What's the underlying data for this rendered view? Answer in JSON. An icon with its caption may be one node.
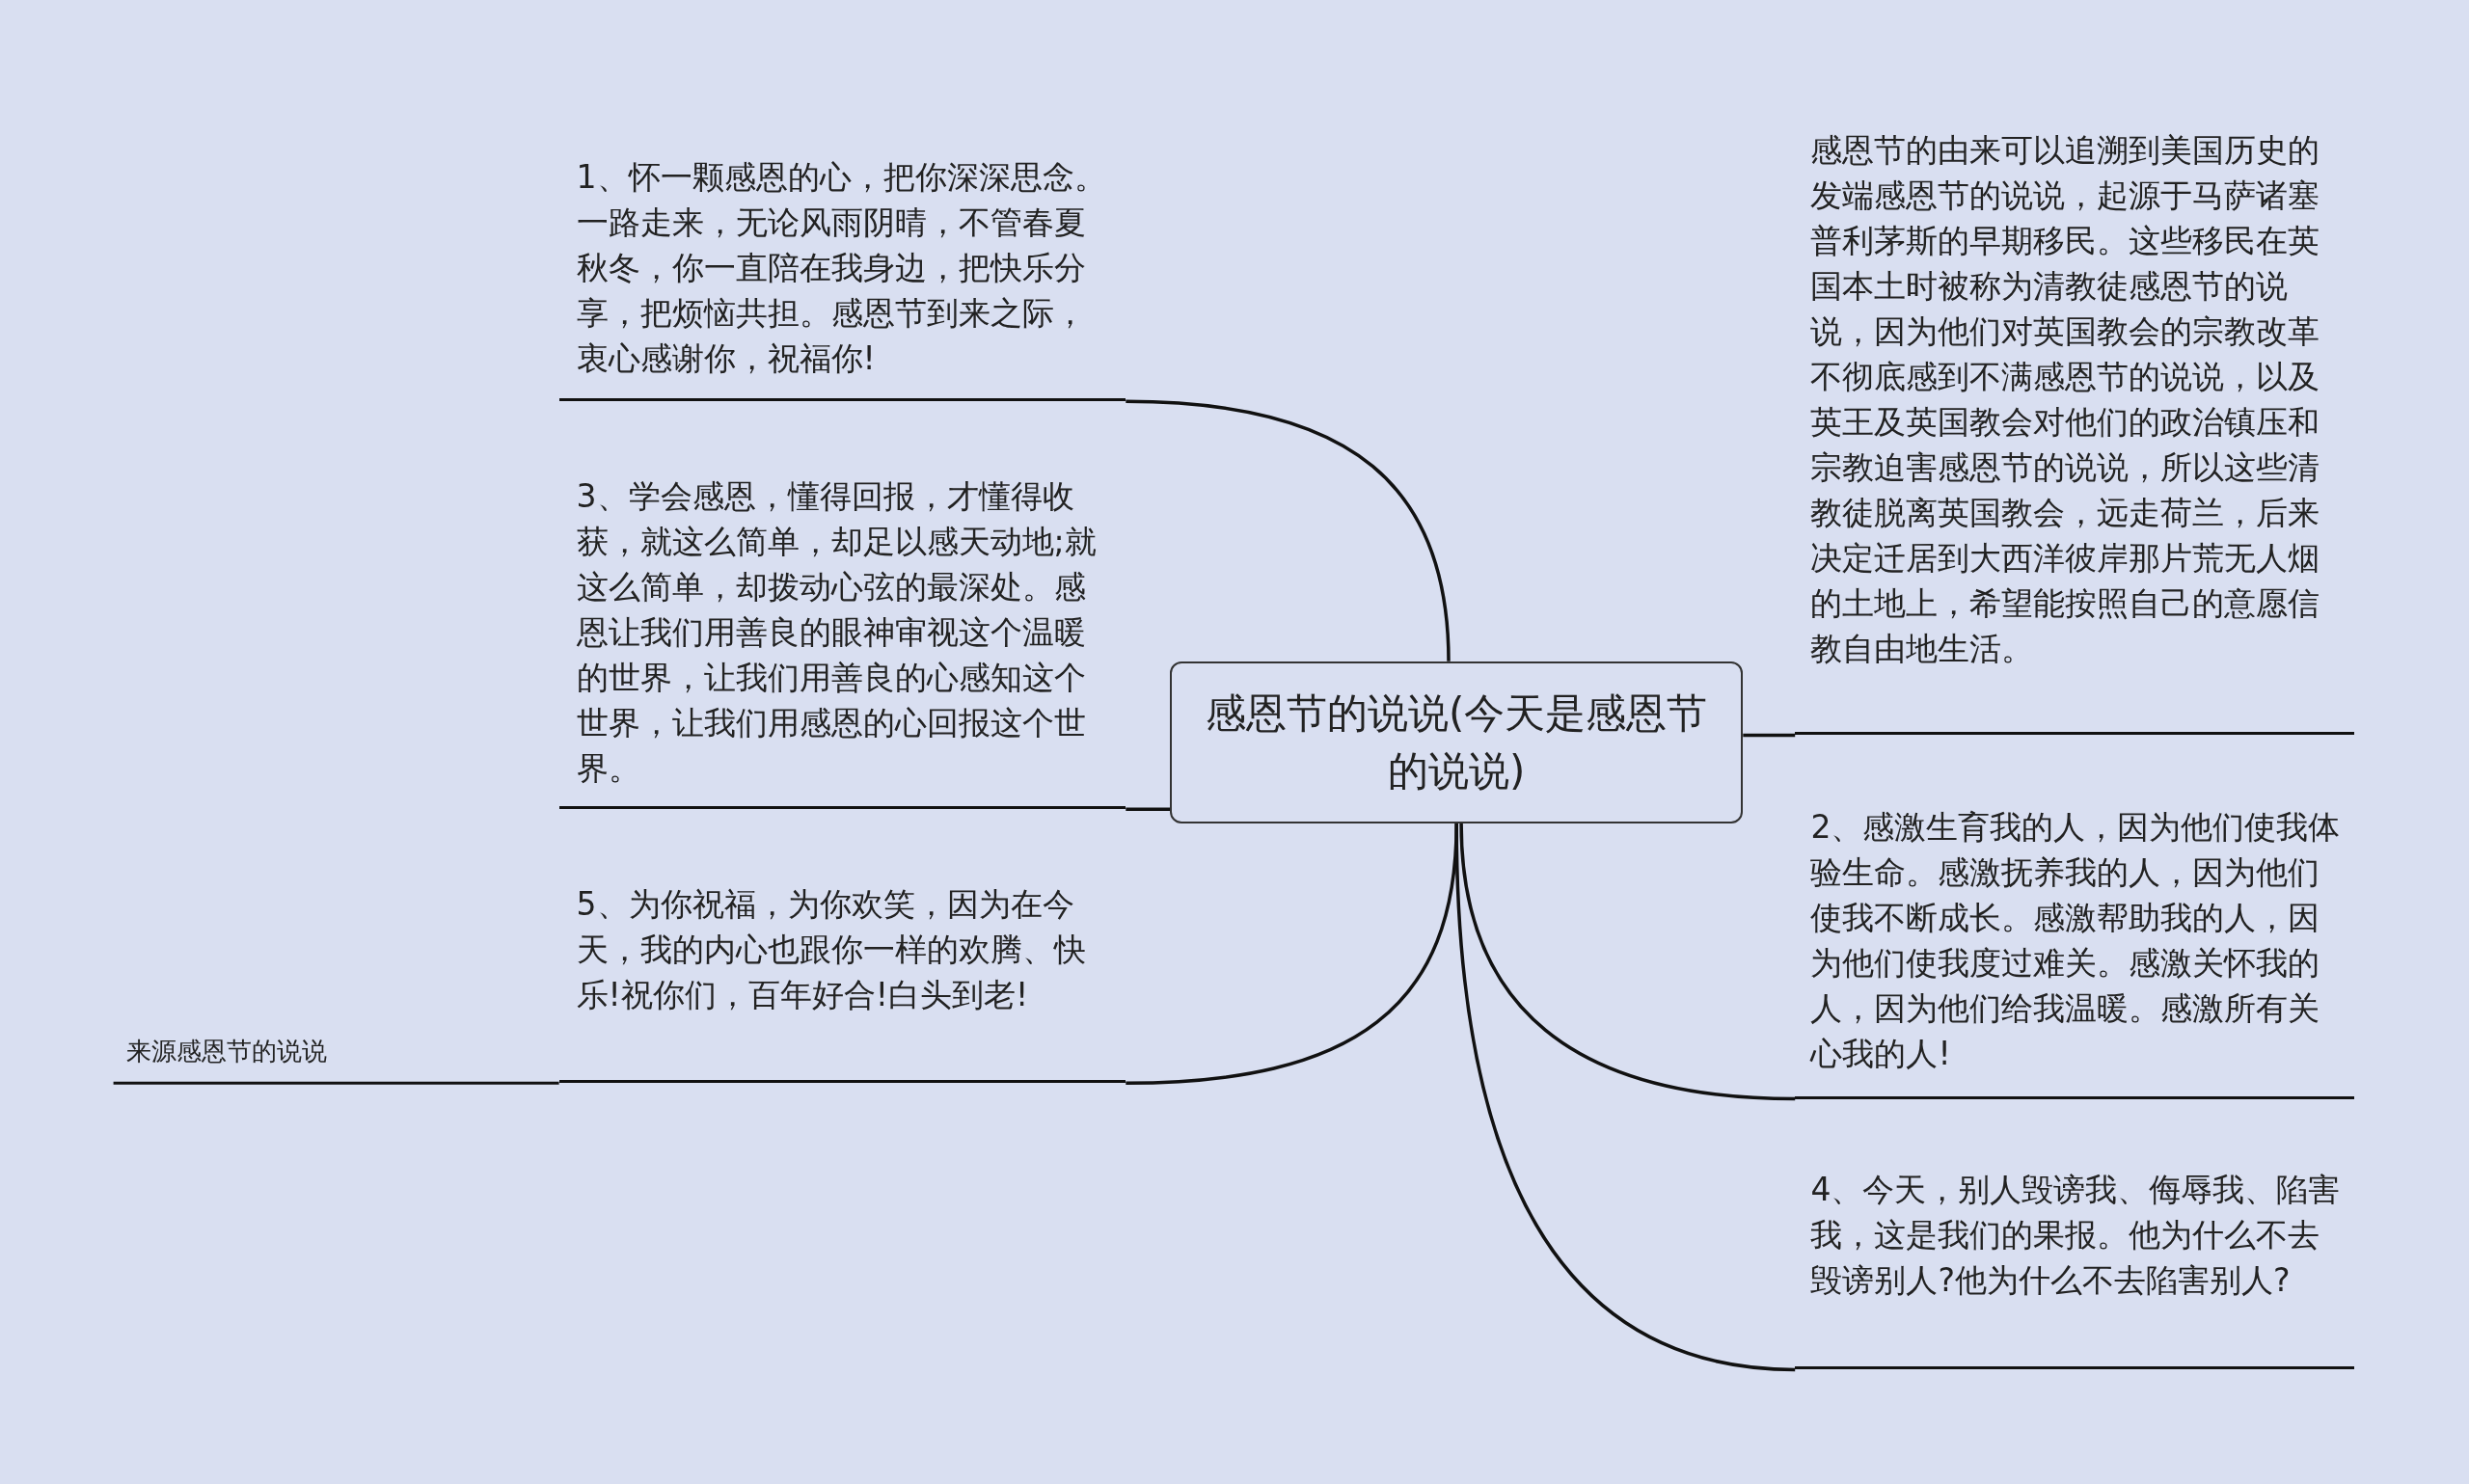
{
  "diagram": {
    "nodes": [
      {
        "text": [
          "感恩节的说说(今天是感恩节的说说)"
        ]
      },
      {
        "text": [
          "1、怀一颗感恩的心，把你深深思念。一路走来，无论风雨阴晴，不管春夏秋冬，你一直陪在我身边，把快乐分享，把烦恼共担。感恩节到来之际，衷心感谢你，祝福你!"
        ]
      },
      {
        "text": [
          "3、学会感恩，懂得回报，才懂得收获，就这么简单，却足以感天动地;就这么简单，却拨动心弦的最深处。感恩让我们用善良的眼神审视这个温暖的世界，让我们用善良的心感知这个世界，让我们用感恩的心回报这个世界。"
        ]
      },
      {
        "text": [
          "5、为你祝福，为你欢笑，因为在今天，我的内心也跟你一样的欢腾、快乐!祝你们，百年好合!白头到老!"
        ]
      },
      {
        "text": [
          "感恩节的由来可以追溯到美国历史的发端感恩节的说说，起源于马萨诸塞普利茅斯的早期移民。这些移民在英国本土时被称为清教徒感恩节的说说，因为他们对英国教会的宗教改革不彻底感到不满感恩节的说说，以及英王及英国教会对他们的政治镇压和宗教迫害感恩节的说说，所以这些清教徒脱离英国教会，远走荷兰，后来决定迁居到大西洋彼岸那片荒无人烟的土地上，希望能按照自己的意愿信教自由地生活。"
        ]
      },
      {
        "text": [
          "2、感激生育我的人，因为他们使我体验生命。感激抚养我的人，因为他们使我不断成长。感激帮助我的人，因为他们使我度过难关。感激关怀我的人，因为他们给我温暖。感激所有关心我的人!"
        ]
      },
      {
        "text": [
          "4、今天，别人毁谤我、侮辱我、陷害我，这是我们的果报。他为什么不去毁谤别人?他为什么不去陷害别人?"
        ]
      }
    ],
    "edges": [
      {
        "from": 0,
        "to": 1,
        "arrow": "none"
      },
      {
        "from": 0,
        "to": 2,
        "arrow": "none"
      },
      {
        "from": 0,
        "to": 3,
        "arrow": "none"
      },
      {
        "from": 0,
        "to": 4,
        "arrow": "none"
      },
      {
        "from": 0,
        "to": 5,
        "arrow": "none"
      },
      {
        "from": 0,
        "to": 6,
        "arrow": "none"
      }
    ],
    "labels": [
      "来源感恩节的说说"
    ]
  }
}
